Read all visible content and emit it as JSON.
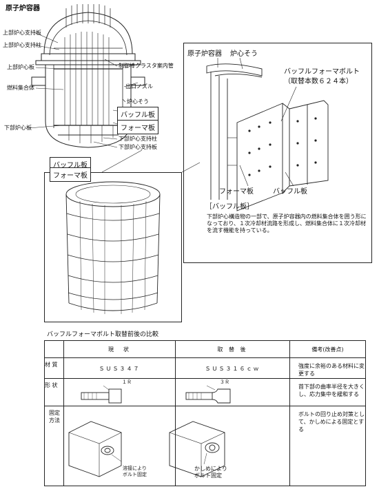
{
  "title": "原子炉容器",
  "vessel_labels": {
    "upper_core_support_plate": "上部炉心支持板",
    "upper_core_support_column": "上部炉心支持柱",
    "upper_core_plate": "上部炉心板",
    "fuel_assembly": "燃料集合体",
    "lower_core_plate": "下部炉心板",
    "control_rod_guide_tube": "制御棒クラスタ案内管",
    "outlet_nozzle": "出口ノズル",
    "core_barrel": "炉心そう",
    "baffle_plate": "バッフル板",
    "former_plate": "フォーマ板",
    "lower_core_support_column": "下部炉心支持柱",
    "lower_core_support_plate": "下部炉心支持板"
  },
  "assembly_labels": {
    "baffle_plate": "バッフル板",
    "former_plate": "フォーマ板"
  },
  "detail": {
    "reactor_vessel": "原子炉容器",
    "core_barrel": "炉心そう",
    "bolt_title": "バッフルフォーマボルト",
    "bolt_count": "（取替本数６２４本）",
    "former_plate": "フォーマ板",
    "baffle_plate": "バッフル板",
    "note_title": "［バッフル板］",
    "note_text": "下部炉心構造物の一部で、原子炉容器内の燃料集合体を囲う形になっており、１次冷却材流路を形成し、燃料集合体に１次冷却材を流す機能を持っている。"
  },
  "comparison": {
    "title": "バッフルフォーマボルト取替前後の比較",
    "headers": [
      "現　状",
      "取 替 後",
      "備考(改善点)"
    ],
    "rows": [
      {
        "label": "材 質",
        "before": "ＳＵＳ３４７",
        "after": "ＳＵＳ３１６ｃｗ",
        "remark": "強度に余裕のある材料に変更する"
      },
      {
        "label": "形 状",
        "before_dim": "１Ｒ",
        "after_dim": "３Ｒ",
        "remark": "首下部の曲率半径を大きくし、応力集中を緩和する"
      },
      {
        "label": "固定方法",
        "before_caption": "溶接により\nボルト固定",
        "after_caption": "かしめにより\nボルト固定",
        "remark": "ボルトの回り止め対策として、かしめによる固定とする"
      }
    ]
  }
}
